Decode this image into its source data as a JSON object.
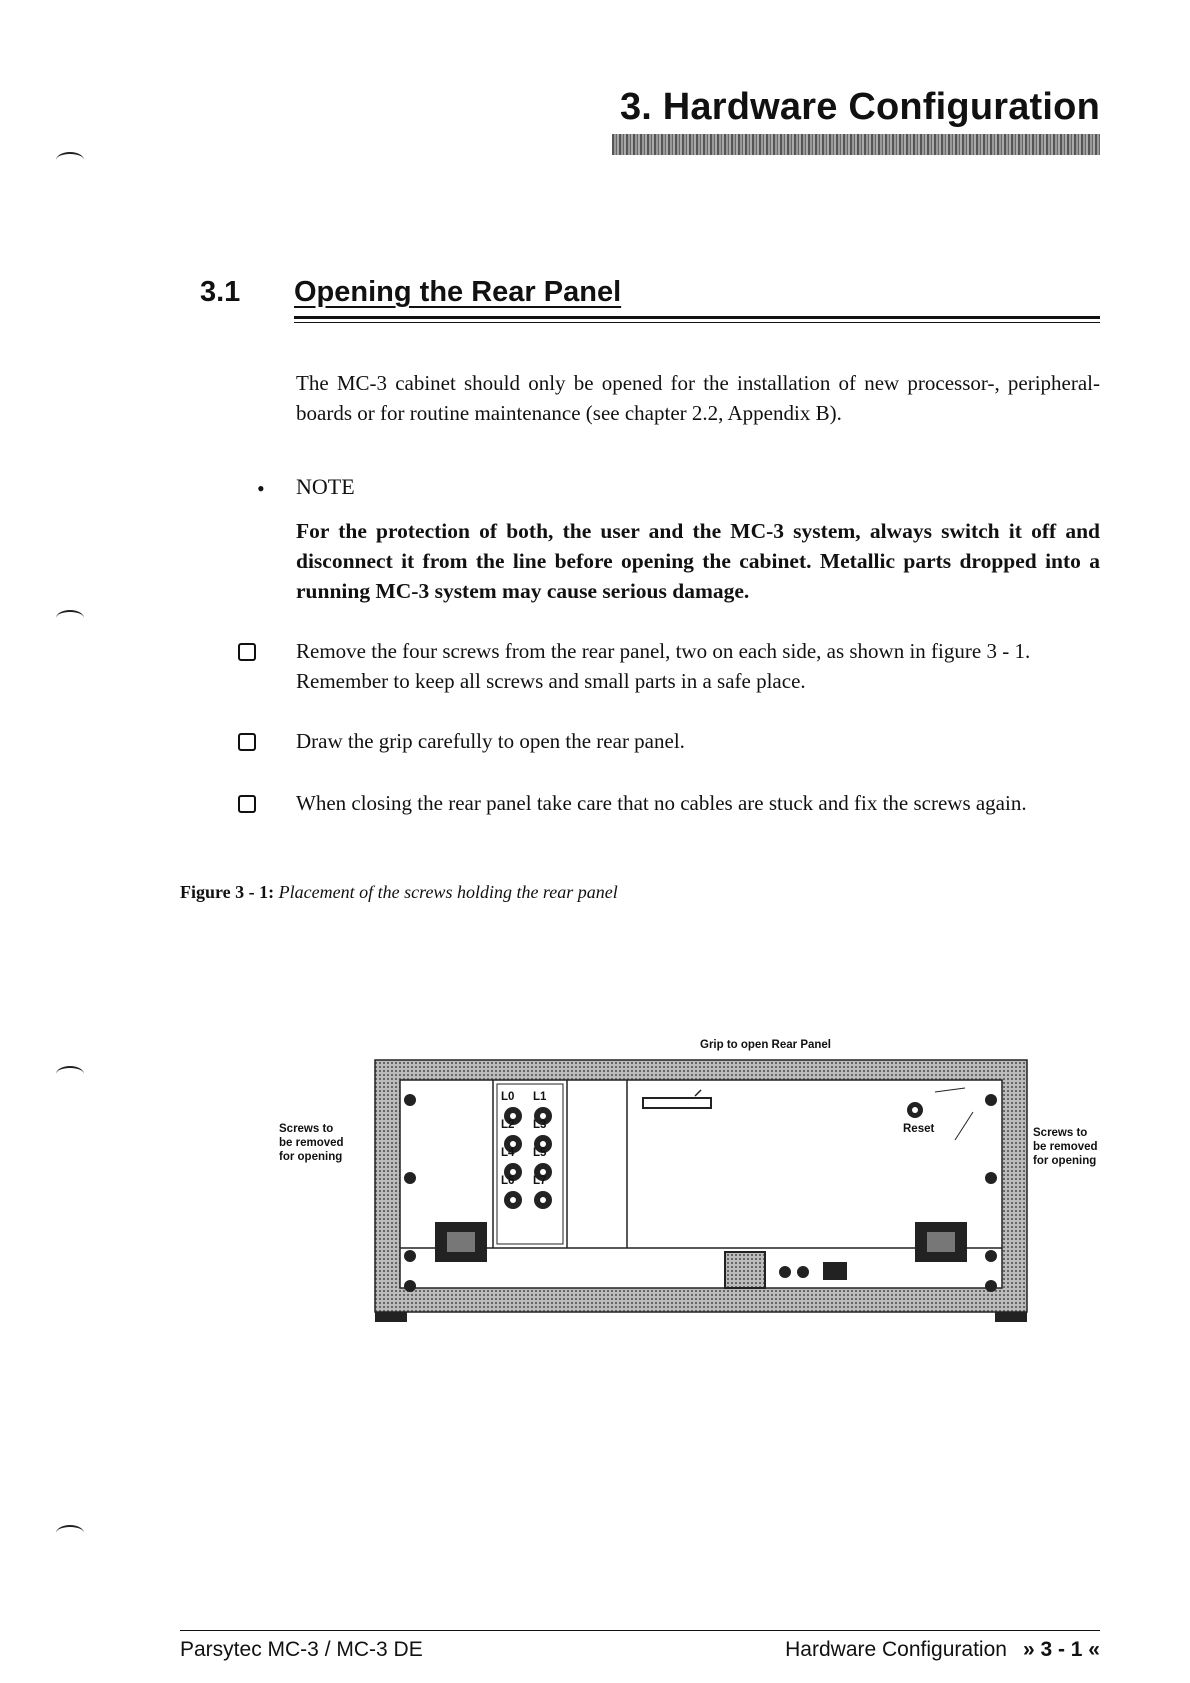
{
  "chapter": {
    "title": "3. Hardware Configuration"
  },
  "section": {
    "number": "3.1",
    "title": "Opening the Rear Panel"
  },
  "intro": "The MC-3 cabinet should only be opened for the installation of new processor-, peripheral-boards or for routine maintenance (see chapter 2.2, Appendix B).",
  "note": {
    "bullet": "•",
    "label": "NOTE",
    "text": "For the protection of both, the user and the MC-3 system, always switch it off and disconnect it from the line before opening the cabinet. Metallic parts dropped into a running MC-3 system may cause serious damage."
  },
  "steps": [
    "Remove the four screws from the rear panel, two on each side, as shown in figure 3 - 1. Remember to keep all screws and small parts in a safe place.",
    "Draw the grip carefully to open the rear panel.",
    "When closing the rear panel take care that no cables are stuck and fix the screws again."
  ],
  "figure": {
    "caption_label": "Figure 3 - 1:",
    "caption_text": "Placement of the screws holding the rear panel",
    "grip_label": "Grip to open Rear Panel",
    "screws_left": [
      "Screws to",
      "be removed",
      "for opening"
    ],
    "screws_right": [
      "Screws to",
      "be removed",
      "for opening"
    ],
    "reset_label": "Reset",
    "links": [
      "L0",
      "L1",
      "L2",
      "L3",
      "L4",
      "L5",
      "L6",
      "L7"
    ]
  },
  "footer": {
    "left": "Parsytec MC-3 / MC-3 DE",
    "right": "Hardware Configuration",
    "page": "» 3 - 1 «"
  }
}
